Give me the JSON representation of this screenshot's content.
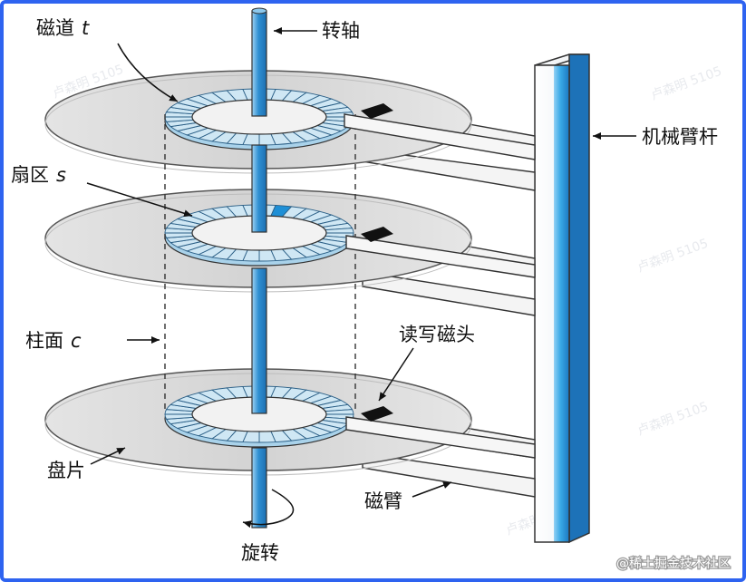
{
  "labels": {
    "track": "磁道",
    "track_symbol": "t",
    "spindle": "转轴",
    "sector": "扇区",
    "sector_symbol": "s",
    "cylinder": "柱面",
    "cylinder_symbol": "c",
    "platter": "盘片",
    "rotation": "旋转",
    "rw_head": "读写磁头",
    "arm": "磁臂",
    "actuator_arm": "机械臂杆"
  },
  "watermark": "卢森明 5105",
  "credit": "@稀土掘金技术社区",
  "colors": {
    "frame_border": "#2e63f0",
    "spindle": "#3a9ad8",
    "track_ring": "#cfe7f4",
    "highlighted_sector": "#1e8fd6",
    "platter": "#dcdcdc",
    "head": "#111111",
    "actuator_stripe": "#38a8e6"
  }
}
